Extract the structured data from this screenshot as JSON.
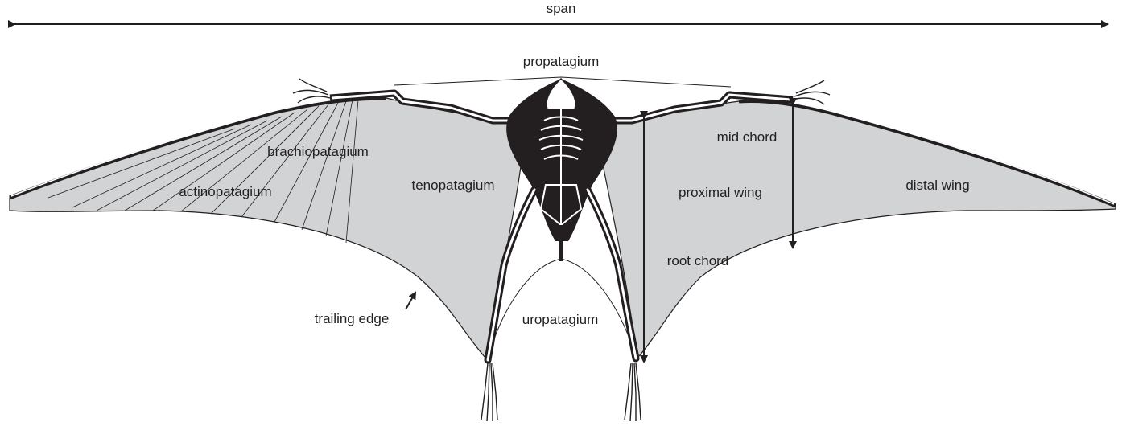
{
  "labels": {
    "span": "span",
    "propatagium": "propatagium",
    "brachiopatagium": "brachiopatagium",
    "actinopatagium": "actinopatagium",
    "tenopatagium": "tenopatagium",
    "mid_chord": "mid chord",
    "proximal_wing": "proximal wing",
    "distal_wing": "distal wing",
    "root_chord": "root chord",
    "trailing_edge": "trailing edge",
    "uropatagium": "uropatagium"
  },
  "colors": {
    "membrane": "#d1d3d4",
    "bone_outline": "#231f20",
    "text": "#231f20",
    "background": "#ffffff"
  }
}
